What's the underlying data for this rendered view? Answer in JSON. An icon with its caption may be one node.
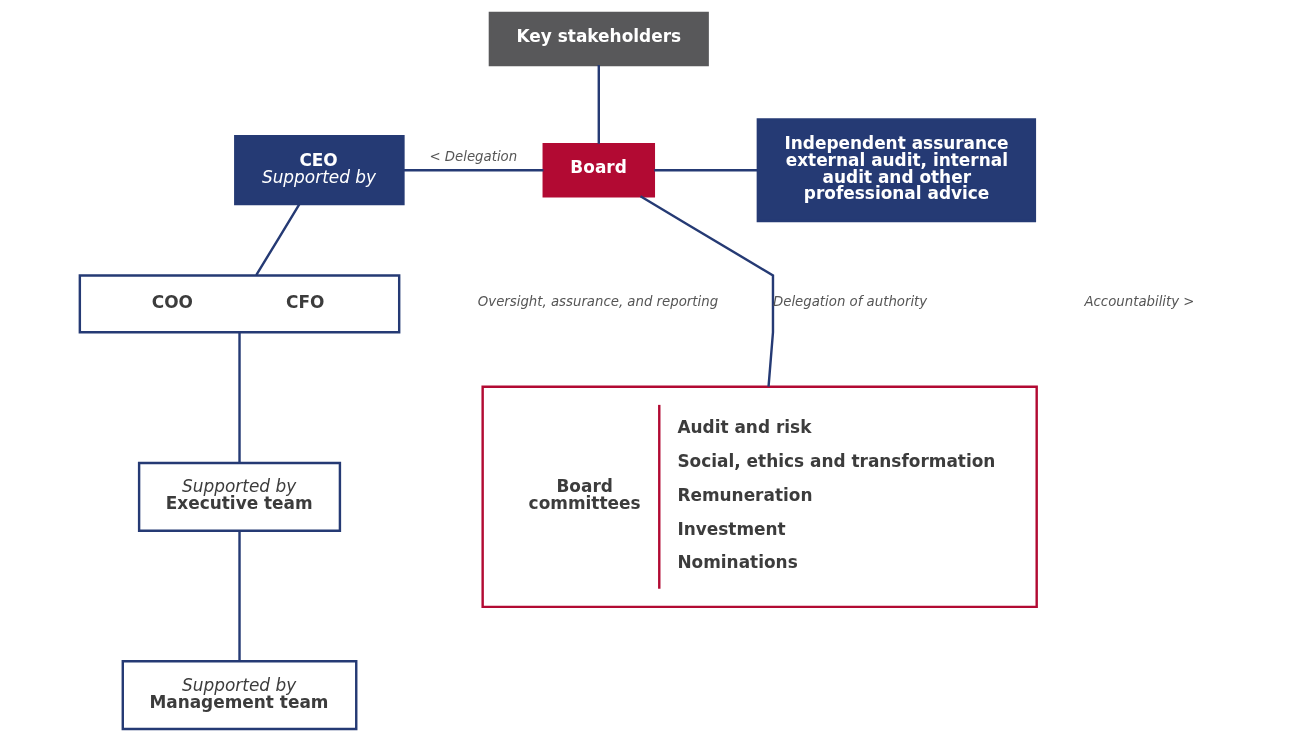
{
  "diagram": {
    "nodes": [
      {
        "text": [
          "Key stakeholders"
        ]
      },
      {
        "text": [
          "CEO",
          "Supported by"
        ]
      },
      {
        "text": [
          "Board"
        ]
      },
      {
        "text": [
          "Independent assurance external audit, internal audit and other professional advice"
        ]
      },
      {
        "text": [
          "COO",
          "CFO"
        ]
      },
      {
        "text": [
          "Supported by",
          "Executive team"
        ]
      },
      {
        "text": [
          "Supported by",
          "Management team"
        ]
      },
      {
        "text": [
          "Board committees",
          "Audit and risk",
          "Social, ethics and transformation",
          "Remuneration",
          "Investment",
          "Nominations"
        ]
      }
    ],
    "edges": [
      {
        "from": 0,
        "to": 2,
        "arrow": "none"
      },
      {
        "from": 1,
        "to": 2,
        "arrow": "none",
        "label": "< Delegation"
      },
      {
        "from": 2,
        "to": 3,
        "arrow": "none"
      },
      {
        "from": 1,
        "to": 4,
        "arrow": "none"
      },
      {
        "from": 4,
        "to": 5,
        "arrow": "none"
      },
      {
        "from": 5,
        "to": 6,
        "arrow": "none"
      },
      {
        "from": 2,
        "to": 7,
        "arrow": "none",
        "label": "Delegation of authority"
      }
    ],
    "labels": [
      "Accountability >",
      "Oversight, assurance, and reporting"
    ]
  }
}
